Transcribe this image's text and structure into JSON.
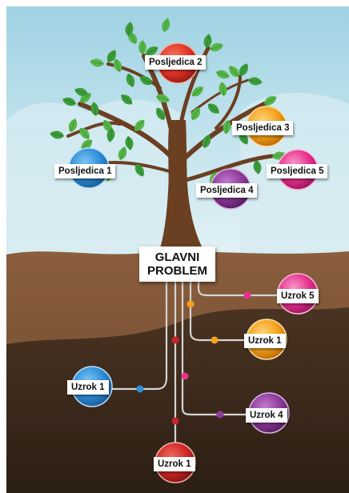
{
  "main_problem": {
    "line1": "GLAVNI",
    "line2": "PROBLEM"
  },
  "effects": [
    {
      "label": "Posljedica 1",
      "color": "#2f8fd8"
    },
    {
      "label": "Posljedica 2",
      "color": "#e2362a"
    },
    {
      "label": "Posljedica 3",
      "color": "#f5a21c"
    },
    {
      "label": "Posljedica 4",
      "color": "#8e3c9b"
    },
    {
      "label": "Posljedica 5",
      "color": "#e8318e"
    }
  ],
  "causes": [
    {
      "label": "Uzrok 5",
      "color": "#e8318e"
    },
    {
      "label": "Uzrok 1",
      "color": "#f5a21c"
    },
    {
      "label": "Uzrok 1",
      "color": "#2f8fd8"
    },
    {
      "label": "Uzrok 4",
      "color": "#8e3c9b"
    },
    {
      "label": "Uzrok 1",
      "color": "#c8232b"
    }
  ],
  "colors": {
    "sky": "#c9e4ee",
    "soil_top": "#7a5236",
    "soil_deep": "#3b2a1c",
    "trunk": "#6b3f22",
    "leaf": "#3a9a3a",
    "line": "#d9d9d9"
  }
}
